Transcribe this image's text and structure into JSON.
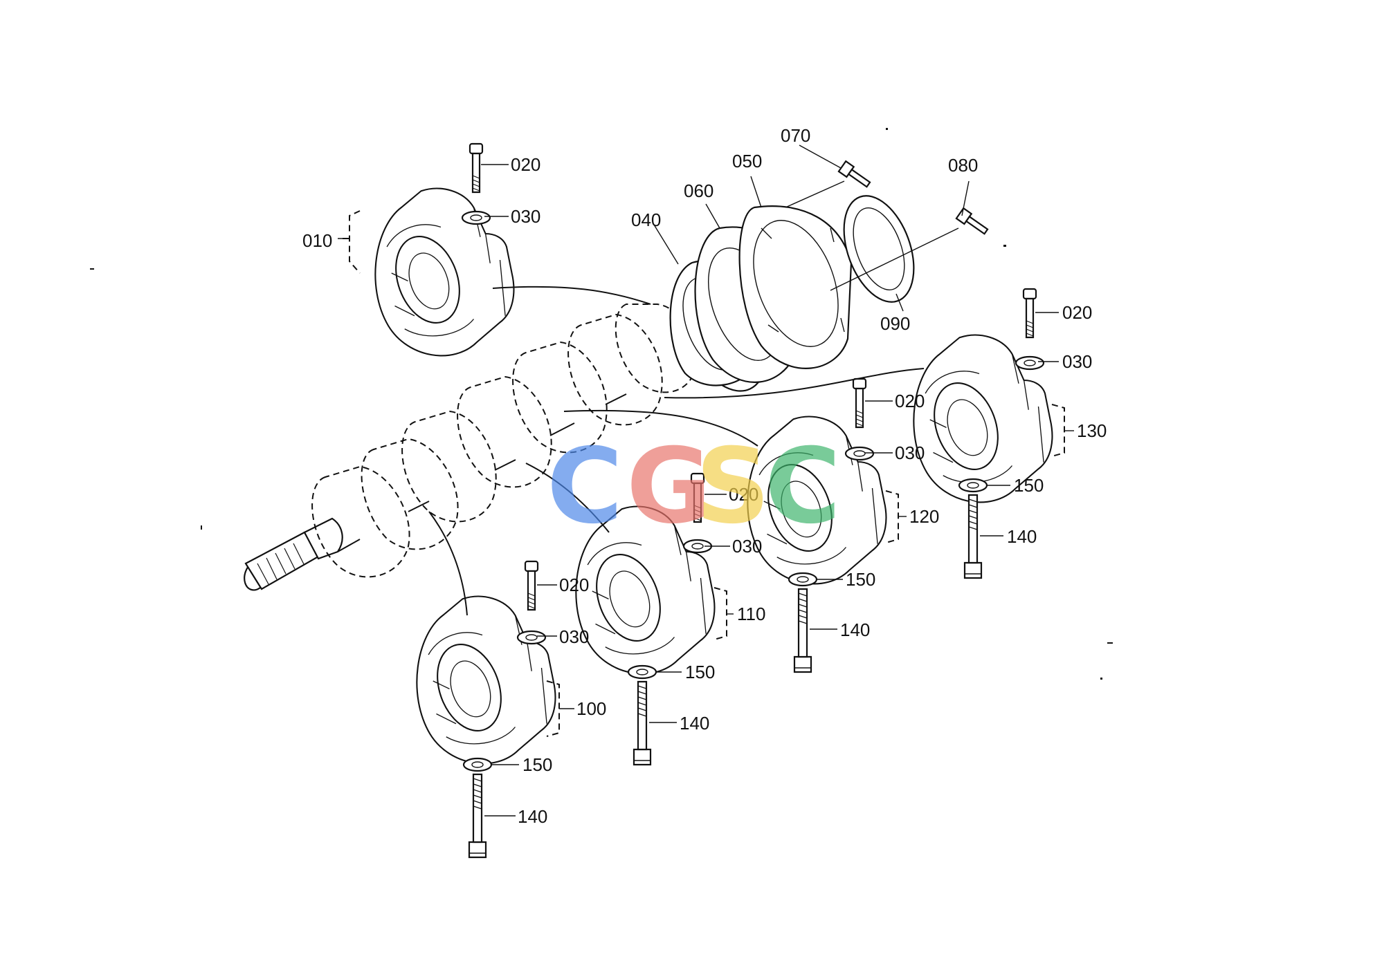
{
  "callouts": {
    "c010": "010",
    "c020": "020",
    "c030": "030",
    "c040": "040",
    "c050": "050",
    "c060": "060",
    "c070": "070",
    "c080": "080",
    "c090": "090",
    "c100": "100",
    "c110": "110",
    "c120": "120",
    "c130": "130",
    "c140": "140",
    "c150": "150"
  },
  "watermark": {
    "letters": [
      "C",
      "G",
      "S",
      "C"
    ],
    "colors": [
      "#4a86e8",
      "#e8736a",
      "#f3cf4a",
      "#3bb36a"
    ]
  }
}
